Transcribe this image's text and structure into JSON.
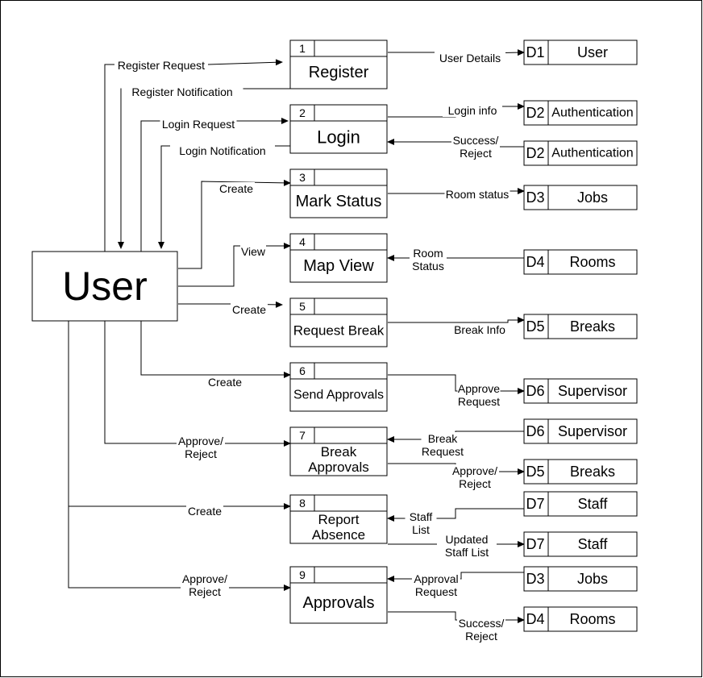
{
  "entity": {
    "label": "User"
  },
  "processes": [
    {
      "id": "p1",
      "number": "1",
      "lines": [
        "Register"
      ]
    },
    {
      "id": "p2",
      "number": "2",
      "lines": [
        "Login"
      ]
    },
    {
      "id": "p3",
      "number": "3",
      "lines": [
        "Mark Status"
      ]
    },
    {
      "id": "p4",
      "number": "4",
      "lines": [
        "Map View"
      ]
    },
    {
      "id": "p5",
      "number": "5",
      "lines": [
        "Request Break"
      ]
    },
    {
      "id": "p6",
      "number": "6",
      "lines": [
        "Send Approvals"
      ]
    },
    {
      "id": "p7",
      "number": "7",
      "lines": [
        "Break",
        "Approvals"
      ]
    },
    {
      "id": "p8",
      "number": "8",
      "lines": [
        "Report",
        "Absence"
      ]
    },
    {
      "id": "p9",
      "number": "9",
      "lines": [
        "Approvals"
      ]
    }
  ],
  "stores": [
    {
      "id": "s1",
      "code": "D1",
      "name": "User"
    },
    {
      "id": "s2a",
      "code": "D2",
      "name": "Authentication"
    },
    {
      "id": "s2b",
      "code": "D2",
      "name": "Authentication"
    },
    {
      "id": "s3",
      "code": "D3",
      "name": "Jobs"
    },
    {
      "id": "s4",
      "code": "D4",
      "name": "Rooms"
    },
    {
      "id": "s5",
      "code": "D5",
      "name": "Breaks"
    },
    {
      "id": "s6a",
      "code": "D6",
      "name": "Supervisor"
    },
    {
      "id": "s6b",
      "code": "D6",
      "name": "Supervisor"
    },
    {
      "id": "s5b",
      "code": "D5",
      "name": "Breaks"
    },
    {
      "id": "s7a",
      "code": "D7",
      "name": "Staff"
    },
    {
      "id": "s7b",
      "code": "D7",
      "name": "Staff"
    },
    {
      "id": "s3b",
      "code": "D3",
      "name": "Jobs"
    },
    {
      "id": "s4b",
      "code": "D4",
      "name": "Rooms"
    }
  ],
  "flows": [
    {
      "id": "f-register-request",
      "lines": [
        "Register Request"
      ]
    },
    {
      "id": "f-register-notification",
      "lines": [
        "Register Notification"
      ]
    },
    {
      "id": "f-login-request",
      "lines": [
        "Login Request"
      ]
    },
    {
      "id": "f-login-notification",
      "lines": [
        "Login Notification"
      ]
    },
    {
      "id": "f-create-3",
      "lines": [
        "Create"
      ]
    },
    {
      "id": "f-view-4",
      "lines": [
        "View"
      ]
    },
    {
      "id": "f-create-5",
      "lines": [
        "Create"
      ]
    },
    {
      "id": "f-create-6",
      "lines": [
        "Create"
      ]
    },
    {
      "id": "f-approve-7",
      "lines": [
        "Approve/",
        "Reject"
      ]
    },
    {
      "id": "f-create-8",
      "lines": [
        "Create"
      ]
    },
    {
      "id": "f-approve-9",
      "lines": [
        "Approve/",
        "Reject"
      ]
    },
    {
      "id": "f-user-details",
      "lines": [
        "User Details"
      ]
    },
    {
      "id": "f-login-info",
      "lines": [
        "Login info"
      ]
    },
    {
      "id": "f-success-reject-2",
      "lines": [
        "Success/",
        "Reject"
      ]
    },
    {
      "id": "f-room-status-3",
      "lines": [
        "Room status"
      ]
    },
    {
      "id": "f-room-status-4",
      "lines": [
        "Room",
        "Status"
      ]
    },
    {
      "id": "f-break-info",
      "lines": [
        "Break Info"
      ]
    },
    {
      "id": "f-approve-request",
      "lines": [
        "Approve",
        "Request"
      ]
    },
    {
      "id": "f-break-request",
      "lines": [
        "Break",
        "Request"
      ]
    },
    {
      "id": "f-approve-reject-7",
      "lines": [
        "Approve/",
        "Reject"
      ]
    },
    {
      "id": "f-staff-list",
      "lines": [
        "Staff",
        "List"
      ]
    },
    {
      "id": "f-updated-staff-list",
      "lines": [
        "Updated",
        "Staff List"
      ]
    },
    {
      "id": "f-approval-request",
      "lines": [
        "Approval",
        "Request"
      ]
    },
    {
      "id": "f-success-reject-9",
      "lines": [
        "Success/",
        "Reject"
      ]
    }
  ]
}
